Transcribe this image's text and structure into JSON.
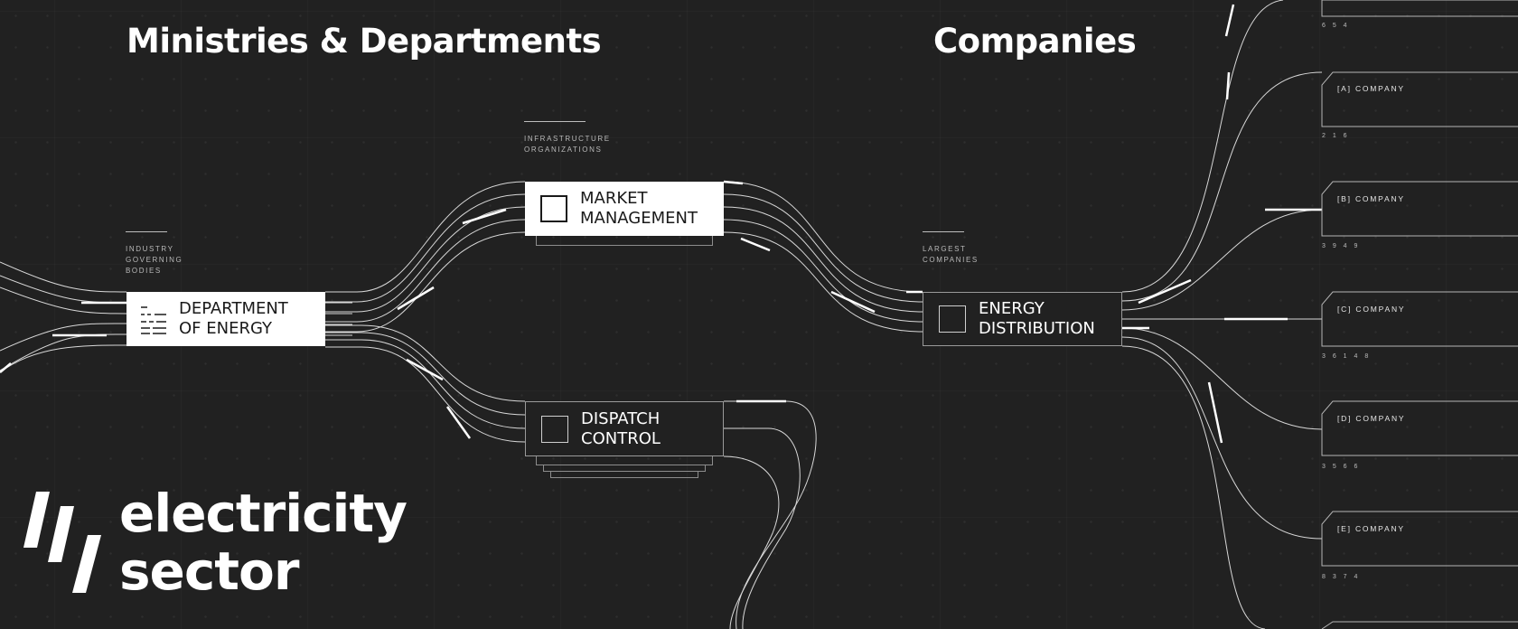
{
  "headings": {
    "ministries": "Ministries & Departments",
    "companies": "Companies"
  },
  "captions": {
    "industry": "INDUSTRY\nGOVERNING\nBODIES",
    "infrastructure": "INFRASTRUCTURE\nORGANIZATIONS",
    "largest": "LARGEST\nCOMPANIES"
  },
  "nodes": {
    "department": "DEPARTMENT\nOF ENERGY",
    "market": "MARKET\nMANAGEMENT",
    "dispatch": "DISPATCH\nCONTROL",
    "distribution": "ENERGY\nDISTRIBUTION"
  },
  "companies": [
    {
      "label": "[A] COMPANY",
      "number": "2 1 6"
    },
    {
      "label": "[B] COMPANY",
      "number": "3 9 4 9"
    },
    {
      "label": "[C] COMPANY",
      "number": "3 6 1 4 8"
    },
    {
      "label": "[D] COMPANY",
      "number": "3 5 6 6"
    },
    {
      "label": "[E] COMPANY",
      "number": "8 3 7 4"
    }
  ],
  "top_number": "6 5 4",
  "brand": {
    "text": "electricity\nsector"
  },
  "colors": {
    "background": "#212121",
    "foreground": "#ffffff",
    "line": "#d8d8d8"
  },
  "icons": {
    "logo": "three-slash-logo-icon",
    "node": "square-outline-icon",
    "department": "bar-chart-icon"
  }
}
